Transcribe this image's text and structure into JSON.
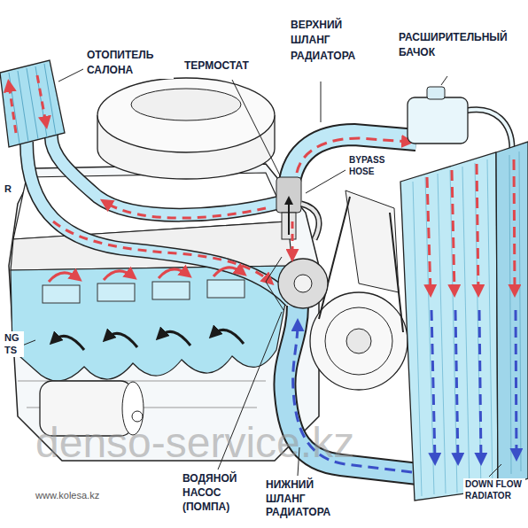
{
  "diagram": {
    "labels": [
      "ОТОПИТЕЛЬ САЛОНА",
      "ТЕРМОСТАТ",
      "ВЕРХНИЙ ШЛАНГ РАДИАТОРА",
      "РАСШИРИТЕЛЬНЫЙ БАЧОК",
      "BYPASS HOSE",
      "R",
      "NG TS",
      "ВОДЯНОЙ НАСОС (ПОМПА)",
      "НИЖНИЙ ШЛАНГ РАДИАТОРА",
      "DOWN FLOW RADIATOR",
      "www.kolesa.kz",
      "denso-service.kz"
    ]
  }
}
